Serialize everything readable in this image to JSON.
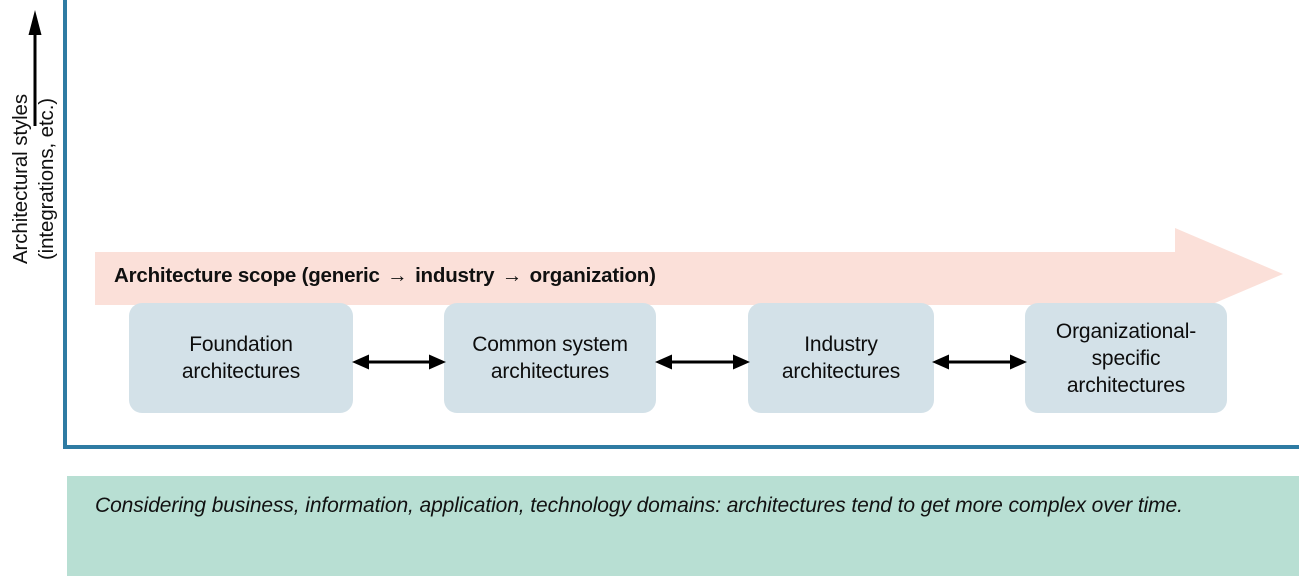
{
  "diagram": {
    "title_axis_y": {
      "line1": "Architectural styles",
      "line2": "(integrations, etc.)"
    },
    "scope_banner": {
      "label_prefix": "Architecture scope (generic",
      "arrow_1": "→",
      "label_mid": "industry",
      "arrow_2": "→",
      "label_suffix": "organization)",
      "full_text": "Architecture scope (generic → industry → organization)",
      "fill_color": "#fbe0d9"
    },
    "nodes": [
      {
        "id": "foundation-architectures",
        "line1": "Foundation",
        "line2": "architectures",
        "line3": ""
      },
      {
        "id": "common-system-architectures",
        "line1": "Common system",
        "line2": "architectures",
        "line3": ""
      },
      {
        "id": "industry-architectures",
        "line1": "Industry",
        "line2": "architectures",
        "line3": ""
      },
      {
        "id": "organizational-specific-architectures",
        "line1": "Organizational-",
        "line2": "specific",
        "line3": "architectures"
      }
    ],
    "connectors": [
      {
        "id": "connector-foundation-common",
        "glyph": "↔"
      },
      {
        "id": "connector-common-industry",
        "glyph": "↔"
      },
      {
        "id": "connector-industry-organizational",
        "glyph": "↔"
      }
    ],
    "caption": {
      "text": "Considering business, information, application, technology domains: architectures tend to get more complex over time.",
      "background_color": "#b8dfd3"
    },
    "colors": {
      "axis": "#2e7ba3",
      "node_fill": "#d3e1e8",
      "banner_fill": "#fbe0d9",
      "caption_fill": "#b8dfd3",
      "text": "#101010",
      "arrow": "#000000"
    }
  }
}
